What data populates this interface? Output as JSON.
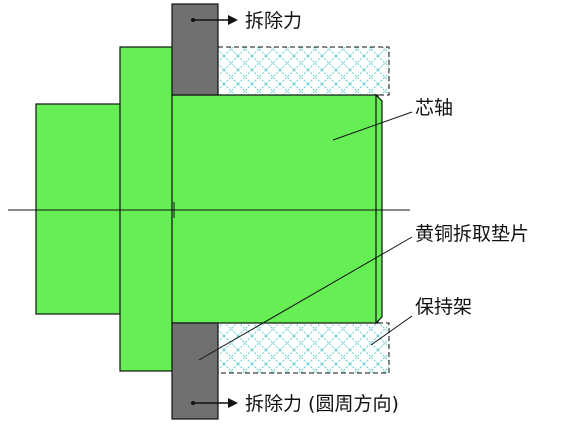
{
  "labels": {
    "removal_force_top": "拆除力",
    "mandrel": "芯轴",
    "brass_shim": "黄铜拆取垫片",
    "cage": "保持架",
    "removal_force_bottom": "拆除力 (圆周方向)"
  },
  "colors": {
    "mandrel_fill": "#66ee55",
    "shim_fill": "#707070",
    "cage_hatch": "#66cccc",
    "outline": "#111111",
    "background": "#ffffff"
  }
}
